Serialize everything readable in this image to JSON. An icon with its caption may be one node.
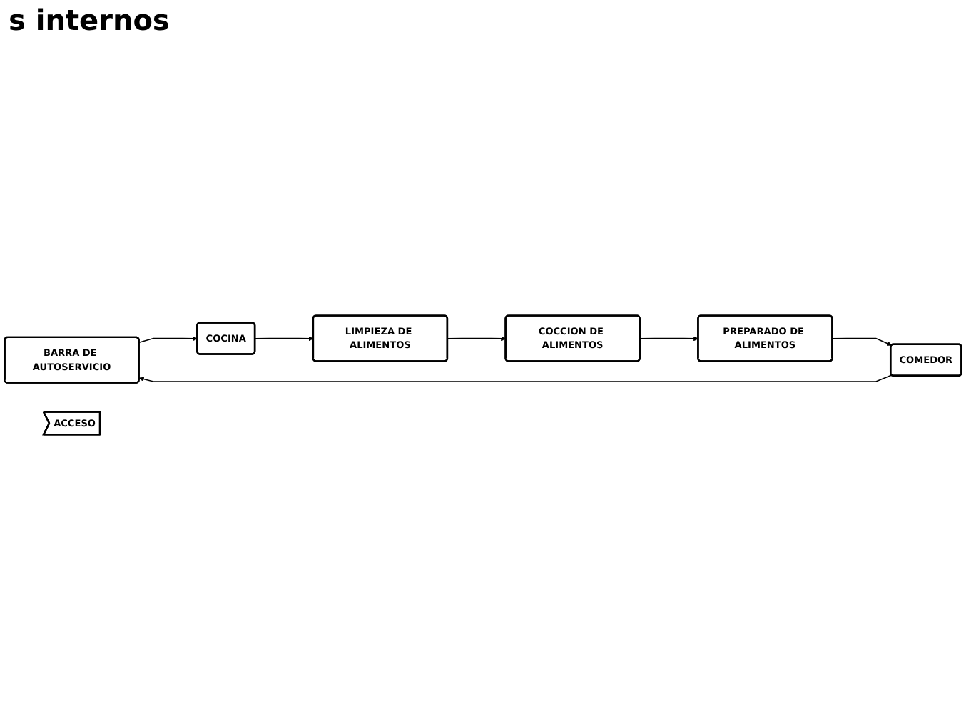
{
  "diagram": {
    "title": "s internos",
    "nodes": [
      {
        "text": [
          "BARRA DE AUTOSERVICIO"
        ]
      },
      {
        "text": [
          "COCINA"
        ]
      },
      {
        "text": [
          "LIMPIEZA DE ALIMENTOS"
        ]
      },
      {
        "text": [
          "COCCION DE ALIMENTOS"
        ]
      },
      {
        "text": [
          "PREPARADO DE ALIMENTOS"
        ]
      },
      {
        "text": [
          "COMEDOR"
        ]
      },
      {
        "text": [
          "ACCESO"
        ]
      }
    ],
    "edges": [
      {
        "from": 0,
        "to": 1,
        "arrow": "to"
      },
      {
        "from": 1,
        "to": 2,
        "arrow": "to"
      },
      {
        "from": 2,
        "to": 3,
        "arrow": "to"
      },
      {
        "from": 3,
        "to": 4,
        "arrow": "to"
      },
      {
        "from": 4,
        "to": 5,
        "arrow": "to"
      },
      {
        "from": 5,
        "to": 0,
        "arrow": "to"
      }
    ]
  }
}
